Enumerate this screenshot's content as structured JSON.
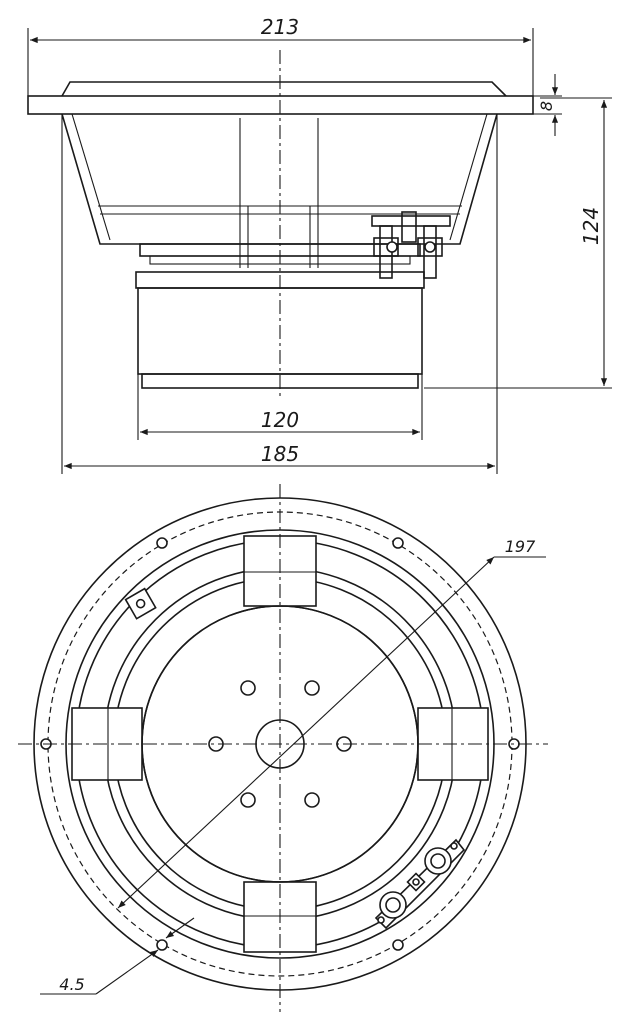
{
  "dimensions": {
    "overall_width": "213",
    "flange_thickness": "8",
    "overall_depth": "124",
    "magnet_diameter": "120",
    "basket_diameter": "185",
    "bolt_circle": "197",
    "hole_diameter": "4.5"
  }
}
